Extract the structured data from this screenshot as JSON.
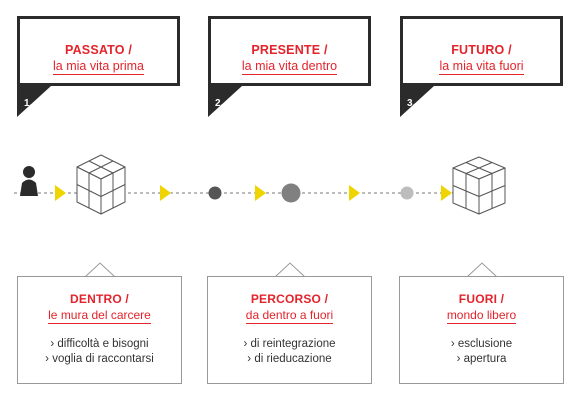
{
  "top_boxes": [
    {
      "title": "PASSATO /",
      "subtitle": "la mia vita prima",
      "number": "1."
    },
    {
      "title": "PRESENTE /",
      "subtitle": "la mia vita dentro",
      "number": "2."
    },
    {
      "title": "FUTURO /",
      "subtitle": "la mia vita fuori",
      "number": "3."
    }
  ],
  "bottom_boxes": [
    {
      "title": "DENTRO /",
      "subtitle": "le mura del carcere",
      "items": [
        "› difficoltà e bisogni",
        "› voglia di raccontarsi"
      ]
    },
    {
      "title": "PERCORSO /",
      "subtitle": "da dentro a fuori",
      "items": [
        "› di reintegrazione",
        "› di rieducazione"
      ]
    },
    {
      "title": "FUORI /",
      "subtitle": "mondo libero",
      "items": [
        "› esclusione",
        "› apertura"
      ]
    }
  ],
  "timeline": {
    "icons": [
      "person-icon",
      "cube-icon",
      "dark-dot-icon",
      "large-gray-dot-icon",
      "light-gray-dot-icon",
      "cube-icon"
    ]
  },
  "colors": {
    "accent_red": "#e4232b",
    "dark": "#2b2b2b",
    "arrow_yellow": "#f0d400",
    "dot_dark": "#555555",
    "dot_mid": "#808080",
    "dot_light": "#bdbdbd"
  }
}
